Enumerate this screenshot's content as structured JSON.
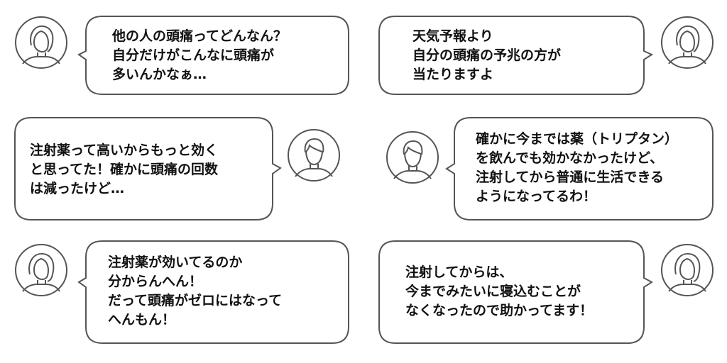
{
  "bubbles": [
    {
      "lines": [
        "他の人の頭痛ってどんなん？",
        "自分だけがこんなに頭痛が",
        "多いんかなぁ…"
      ]
    },
    {
      "lines": [
        "天気予報より",
        "自分の頭痛の予兆の方が",
        "当たりますよ"
      ]
    },
    {
      "lines": [
        "注射薬って高いからもっと効く",
        "と思ってた！確かに頭痛の回数",
        "は減ったけど…"
      ]
    },
    {
      "lines": [
        "確かに今までは薬（トリプタン）",
        "を飲んでも効かなかったけど、",
        "注射してから普通に生活できる",
        "ようになってるわ！"
      ]
    },
    {
      "lines": [
        "注射薬が効いてるのか",
        "分からんへん！",
        "だって頭痛がゼロにはなって",
        "へんもん！"
      ]
    },
    {
      "lines": [
        "注射してからは、",
        "今までみたいに寝込むことが",
        "なくなったので助かってます！"
      ]
    }
  ],
  "avatars": [
    {
      "icon": "woman-avatar-icon"
    },
    {
      "icon": "woman-avatar-icon"
    },
    {
      "icon": "man-avatar-icon"
    },
    {
      "icon": "man-avatar-icon"
    },
    {
      "icon": "woman-avatar-icon"
    },
    {
      "icon": "woman-avatar-icon"
    }
  ],
  "colors": {
    "stroke": "#555555",
    "text": "#111111",
    "background": "#ffffff"
  }
}
